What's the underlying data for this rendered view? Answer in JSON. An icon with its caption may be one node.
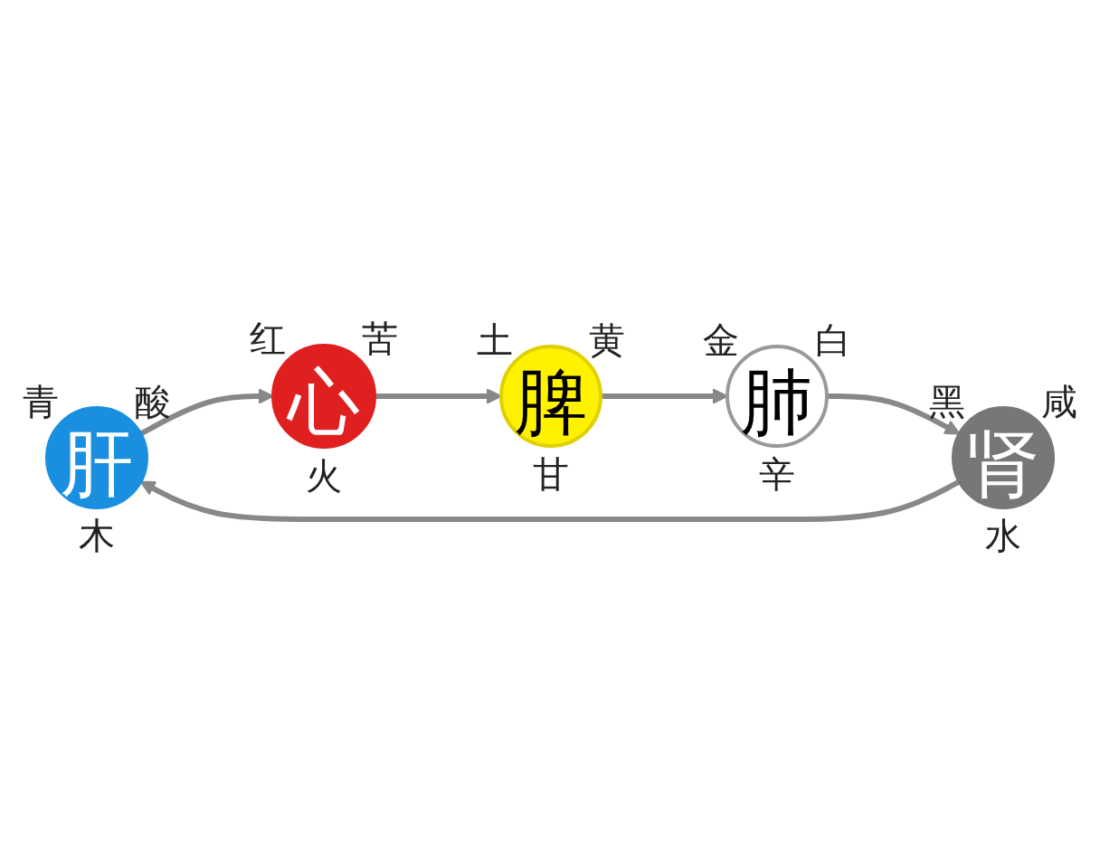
{
  "diagram": {
    "nodes": [
      {
        "text": [
          "肝"
        ],
        "beside": [
          "青",
          "酸",
          "木"
        ]
      },
      {
        "text": [
          "心"
        ],
        "beside": [
          "红",
          "苦",
          "火"
        ]
      },
      {
        "text": [
          "脾"
        ],
        "beside": [
          "土",
          "黄",
          "甘"
        ]
      },
      {
        "text": [
          "肺"
        ],
        "beside": [
          "金",
          "白",
          "辛"
        ]
      },
      {
        "text": [
          "肾"
        ],
        "beside": [
          "黑",
          "咸",
          "水"
        ]
      }
    ],
    "edges": [
      {
        "from": 4,
        "to": 0,
        "arrow": "to"
      },
      {
        "from": 0,
        "to": 1,
        "arrow": "to"
      },
      {
        "from": 1,
        "to": 2,
        "arrow": "to"
      },
      {
        "from": 2,
        "to": 3,
        "arrow": "to"
      },
      {
        "from": 3,
        "to": 4,
        "arrow": "to"
      }
    ]
  }
}
